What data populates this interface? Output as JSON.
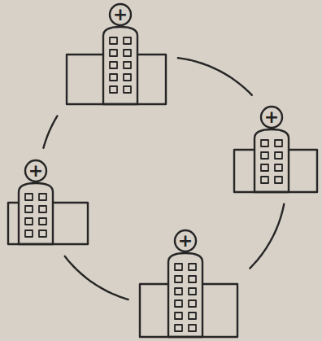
{
  "diagram": {
    "nodes": [
      {
        "text": [
          "+"
        ]
      },
      {
        "text": [
          "+"
        ]
      },
      {
        "text": [
          "+"
        ]
      },
      {
        "text": [
          "+"
        ]
      }
    ],
    "edges": [
      {
        "from": 0,
        "to": 1,
        "arrow": "none"
      },
      {
        "from": 1,
        "to": 2,
        "arrow": "none"
      },
      {
        "from": 2,
        "to": 3,
        "arrow": "none"
      },
      {
        "from": 3,
        "to": 0,
        "arrow": "none"
      }
    ]
  }
}
